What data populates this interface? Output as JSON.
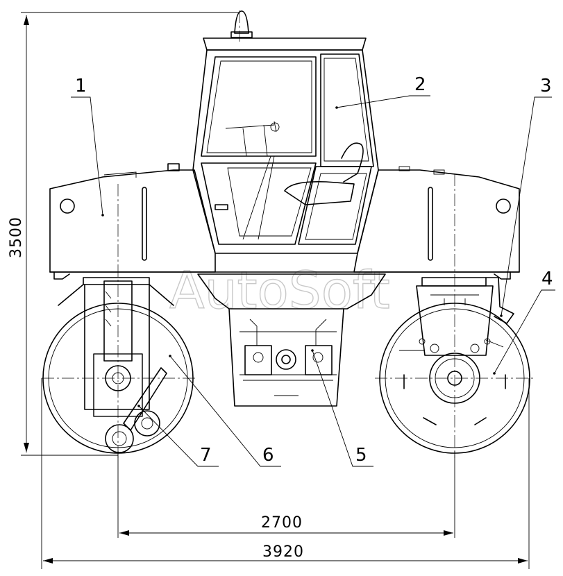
{
  "watermark": "AutoSoft",
  "callouts": [
    {
      "num": "1"
    },
    {
      "num": "2"
    },
    {
      "num": "3"
    },
    {
      "num": "4"
    },
    {
      "num": "5"
    },
    {
      "num": "6"
    },
    {
      "num": "7"
    }
  ],
  "dimensions": {
    "height": "3500",
    "wheelbase": "2700",
    "overall_length": "3920"
  }
}
